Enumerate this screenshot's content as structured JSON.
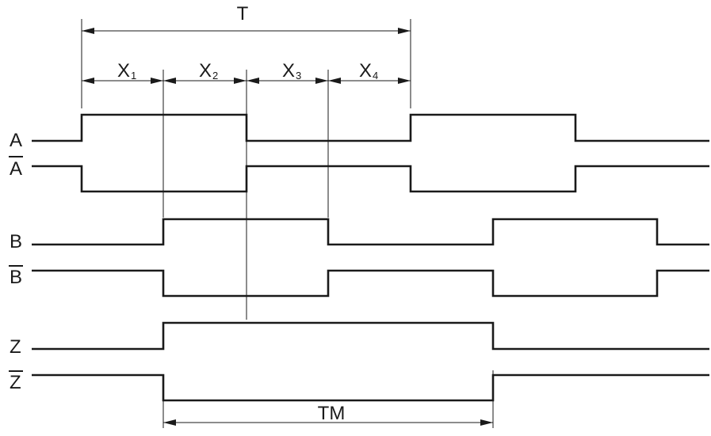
{
  "dimensions": {
    "period": "T",
    "segments": [
      {
        "letter": "X",
        "sub": "1"
      },
      {
        "letter": "X",
        "sub": "2"
      },
      {
        "letter": "X",
        "sub": "3"
      },
      {
        "letter": "X",
        "sub": "4"
      }
    ],
    "marker": "TM"
  },
  "signals": [
    {
      "id": "A",
      "label": "A",
      "inverted": false
    },
    {
      "id": "A-bar",
      "label": "A",
      "inverted": true
    },
    {
      "id": "B",
      "label": "B",
      "inverted": false
    },
    {
      "id": "B-bar",
      "label": "B",
      "inverted": true
    },
    {
      "id": "Z",
      "label": "Z",
      "inverted": false
    },
    {
      "id": "Z-bar",
      "label": "Z",
      "inverted": true
    }
  ]
}
